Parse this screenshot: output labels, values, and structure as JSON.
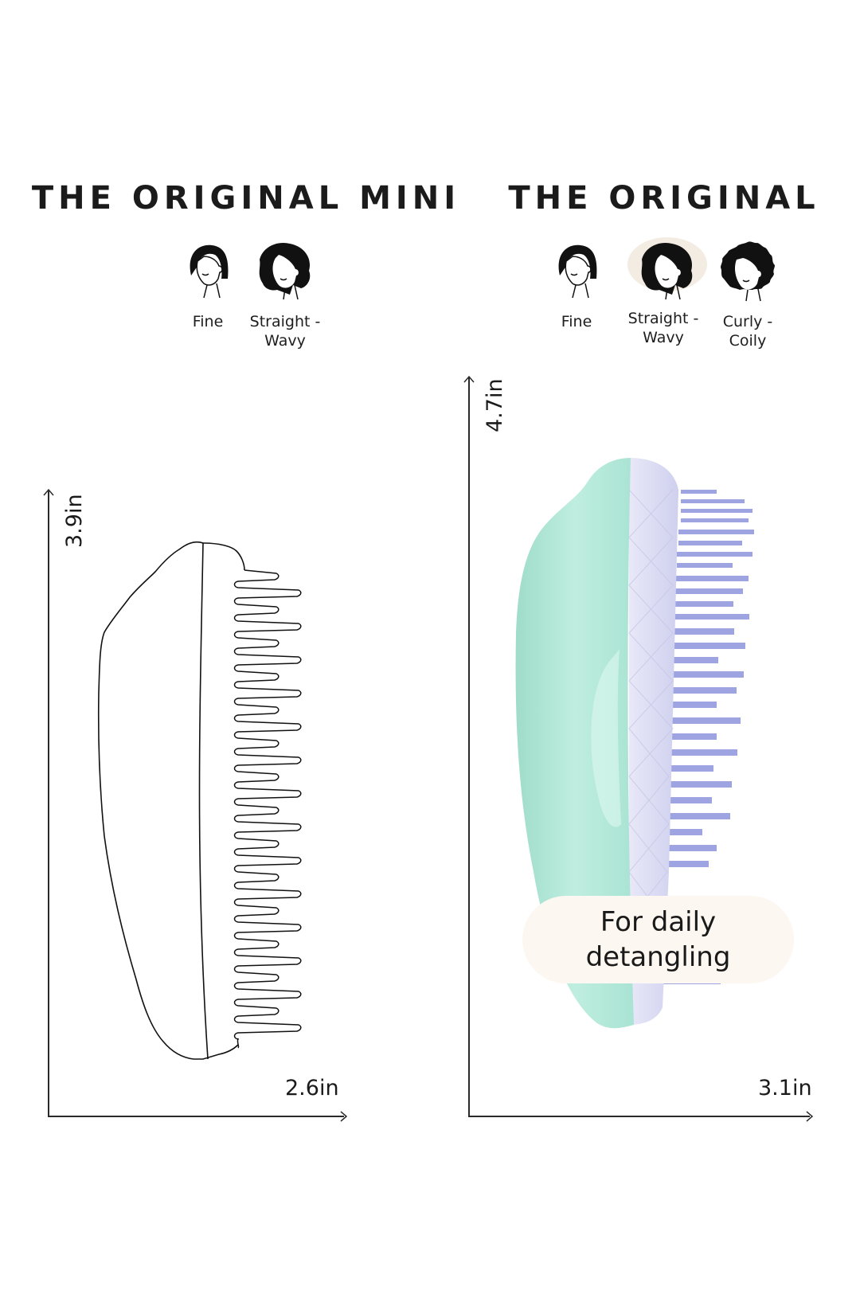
{
  "products": [
    {
      "title": "THE ORIGINAL MINI",
      "hair_types": [
        {
          "label_line1": "Fine",
          "label_line2": "",
          "icon": "fine-hair-icon"
        },
        {
          "label_line1": "Straight -",
          "label_line2": "Wavy",
          "icon": "straight-wavy-hair-icon"
        }
      ],
      "height": "3.9in",
      "width": "2.6in",
      "illustration": "line-drawing"
    },
    {
      "title": "THE ORIGINAL",
      "hair_types": [
        {
          "label_line1": "Fine",
          "label_line2": "",
          "icon": "fine-hair-icon"
        },
        {
          "label_line1": "Straight -",
          "label_line2": "Wavy",
          "icon": "straight-wavy-hair-icon",
          "highlighted": true
        },
        {
          "label_line1": "Curly -",
          "label_line2": "Coily",
          "icon": "curly-coily-hair-icon"
        }
      ],
      "height": "4.7in",
      "width": "3.1in",
      "illustration": "photo",
      "badge_line1": "For daily",
      "badge_line2": "detangling"
    }
  ],
  "colors": {
    "text": "#1b1b1b",
    "shell_mint": "#aee6d6",
    "face_lavender": "#dcdcf2",
    "bristle_purple": "#9da3e0",
    "pill_bg": "#fcf7f0",
    "highlight_bg": "#f3ece2"
  }
}
